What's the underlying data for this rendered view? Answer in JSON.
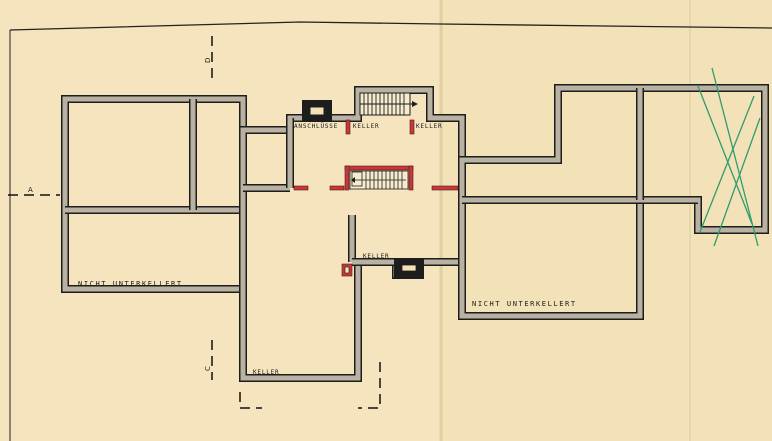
{
  "labels": {
    "anschluesse": "ANSCHLÜSSE",
    "keller_top_left": "KELLER",
    "keller_top_right": "KELLER",
    "keller_mid": "KELLER",
    "keller_bottom": "KELLER",
    "nicht_unterkellert_left": "NICHT UNTERKELLERT",
    "nicht_unterkellert_right": "NICHT UNTERKELLERT"
  },
  "section_marks": {
    "a": "A",
    "c": "C",
    "d": "D"
  },
  "colors": {
    "paper": "#f3e2b8",
    "wall": "#1d1d1d",
    "wall_fill": "#b9b2a3",
    "accent_red": "#c23a3a",
    "hatch_green": "#2f9c6c"
  }
}
